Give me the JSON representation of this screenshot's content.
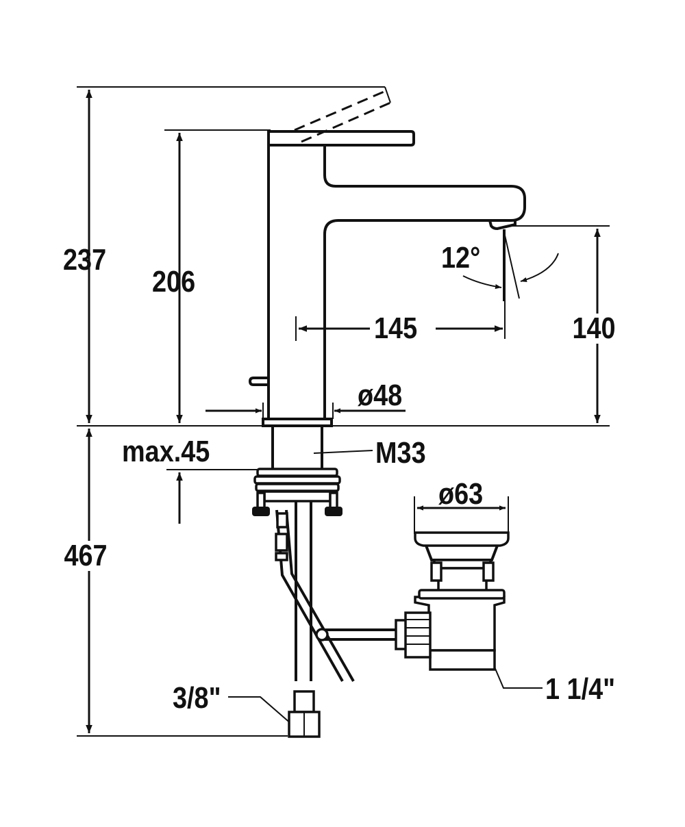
{
  "dimensions": {
    "total_height_top": "237",
    "body_height": "206",
    "spout_height": "140",
    "spout_reach": "145",
    "spout_angle": "12°",
    "body_diameter": "ø48",
    "max_deck_thickness": "max.45",
    "mounting_thread": "M33",
    "below_deck_length": "467",
    "waste_diameter": "ø63",
    "supply_connection": "3/8\"",
    "waste_connection": "1 1/4\""
  },
  "colors": {
    "line": "#111111",
    "background": "#ffffff"
  }
}
